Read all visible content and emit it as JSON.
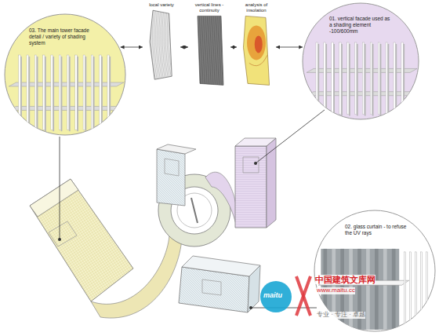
{
  "diagram": {
    "nodes": [
      {
        "text": [
          "03. The main tower facade detail / variety of shading system"
        ]
      },
      {
        "text": [
          "local variety"
        ]
      },
      {
        "text": [
          "vertical lines - continuity"
        ]
      },
      {
        "text": [
          "analysis of insolation"
        ]
      },
      {
        "text": [
          "01. vertical facade used as a shading element -100/600mm"
        ]
      },
      {
        "text": [
          "02. glass curtain - to refuse the UV rays"
        ]
      }
    ],
    "edges": [
      {
        "from": 0,
        "to": 1,
        "arrow": "both"
      },
      {
        "from": 1,
        "to": 2,
        "arrow": "both"
      },
      {
        "from": 2,
        "to": 3,
        "arrow": "both"
      },
      {
        "from": 3,
        "to": 4,
        "arrow": "both"
      }
    ],
    "labels": [
      "maitu",
      "中国建筑文库网",
      "www.maitu.cc",
      "专业 · 专注 · 卓越"
    ]
  }
}
